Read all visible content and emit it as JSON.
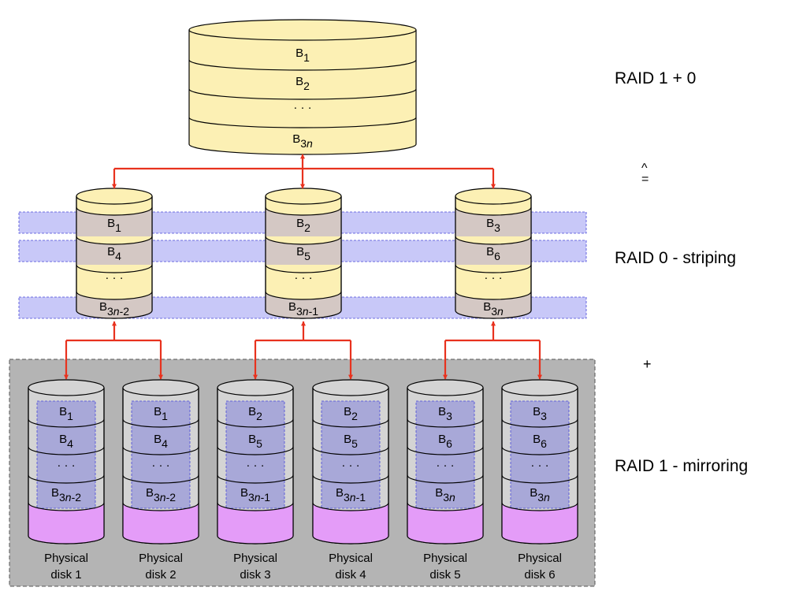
{
  "top": {
    "blocks": [
      {
        "base": "B",
        "sub": "1",
        "italic": ""
      },
      {
        "base": "B",
        "sub": "2",
        "italic": ""
      },
      {
        "base": "· · ·",
        "sub": "",
        "italic": ""
      },
      {
        "base": "B",
        "sub": "3",
        "italic": "n"
      }
    ]
  },
  "striping": {
    "disks": [
      {
        "blocks": [
          {
            "base": "B",
            "sub": "1",
            "italic": "",
            "rest": ""
          },
          {
            "base": "B",
            "sub": "4",
            "italic": "",
            "rest": ""
          },
          {
            "base": "· · ·",
            "sub": "",
            "italic": "",
            "rest": ""
          },
          {
            "base": "B",
            "sub": "3",
            "italic": "n",
            "rest": "-2"
          }
        ]
      },
      {
        "blocks": [
          {
            "base": "B",
            "sub": "2",
            "italic": "",
            "rest": ""
          },
          {
            "base": "B",
            "sub": "5",
            "italic": "",
            "rest": ""
          },
          {
            "base": "· · ·",
            "sub": "",
            "italic": "",
            "rest": ""
          },
          {
            "base": "B",
            "sub": "3",
            "italic": "n",
            "rest": "-1"
          }
        ]
      },
      {
        "blocks": [
          {
            "base": "B",
            "sub": "3",
            "italic": "",
            "rest": ""
          },
          {
            "base": "B",
            "sub": "6",
            "italic": "",
            "rest": ""
          },
          {
            "base": "· · ·",
            "sub": "",
            "italic": "",
            "rest": ""
          },
          {
            "base": "B",
            "sub": "3",
            "italic": "n",
            "rest": ""
          }
        ]
      }
    ]
  },
  "physical": {
    "disks": [
      {
        "line1": "Physical",
        "line2": "disk 1",
        "blocks": [
          {
            "base": "B",
            "sub": "1",
            "italic": "",
            "rest": ""
          },
          {
            "base": "B",
            "sub": "4",
            "italic": "",
            "rest": ""
          },
          {
            "base": "· · ·",
            "sub": "",
            "italic": "",
            "rest": ""
          },
          {
            "base": "B",
            "sub": "3",
            "italic": "n",
            "rest": "-2"
          }
        ]
      },
      {
        "line1": "Physical",
        "line2": "disk 2",
        "blocks": [
          {
            "base": "B",
            "sub": "1",
            "italic": "",
            "rest": ""
          },
          {
            "base": "B",
            "sub": "4",
            "italic": "",
            "rest": ""
          },
          {
            "base": "· · ·",
            "sub": "",
            "italic": "",
            "rest": ""
          },
          {
            "base": "B",
            "sub": "3",
            "italic": "n",
            "rest": "-2"
          }
        ]
      },
      {
        "line1": "Physical",
        "line2": "disk 3",
        "blocks": [
          {
            "base": "B",
            "sub": "2",
            "italic": "",
            "rest": ""
          },
          {
            "base": "B",
            "sub": "5",
            "italic": "",
            "rest": ""
          },
          {
            "base": "· · ·",
            "sub": "",
            "italic": "",
            "rest": ""
          },
          {
            "base": "B",
            "sub": "3",
            "italic": "n",
            "rest": "-1"
          }
        ]
      },
      {
        "line1": "Physical",
        "line2": "disk 4",
        "blocks": [
          {
            "base": "B",
            "sub": "2",
            "italic": "",
            "rest": ""
          },
          {
            "base": "B",
            "sub": "5",
            "italic": "",
            "rest": ""
          },
          {
            "base": "· · ·",
            "sub": "",
            "italic": "",
            "rest": ""
          },
          {
            "base": "B",
            "sub": "3",
            "italic": "n",
            "rest": "-1"
          }
        ]
      },
      {
        "line1": "Physical",
        "line2": "disk 5",
        "blocks": [
          {
            "base": "B",
            "sub": "3",
            "italic": "",
            "rest": ""
          },
          {
            "base": "B",
            "sub": "6",
            "italic": "",
            "rest": ""
          },
          {
            "base": "· · ·",
            "sub": "",
            "italic": "",
            "rest": ""
          },
          {
            "base": "B",
            "sub": "3",
            "italic": "n",
            "rest": ""
          }
        ]
      },
      {
        "line1": "Physical",
        "line2": "disk 6",
        "blocks": [
          {
            "base": "B",
            "sub": "3",
            "italic": "",
            "rest": ""
          },
          {
            "base": "B",
            "sub": "6",
            "italic": "",
            "rest": ""
          },
          {
            "base": "· · ·",
            "sub": "",
            "italic": "",
            "rest": ""
          },
          {
            "base": "B",
            "sub": "3",
            "italic": "n",
            "rest": ""
          }
        ]
      }
    ]
  },
  "labels": {
    "raid10": "RAID 1 + 0",
    "equiv_top": "^",
    "equiv_bottom": "=",
    "raid0": "RAID 0 - striping",
    "plus": "+",
    "raid1": "RAID 1 - mirroring"
  },
  "colors": {
    "yellow": "#fcf0b4",
    "gray_block": "#d4c8c4",
    "stripe": "#c8c8f8",
    "stripe_border": "#4848d8",
    "panel": "#b4b4b4",
    "disk_gray": "#d4d4d4",
    "disk_blue": "#a8a8d8",
    "magenta": "#e49cf8",
    "arrow": "#e8321e"
  }
}
